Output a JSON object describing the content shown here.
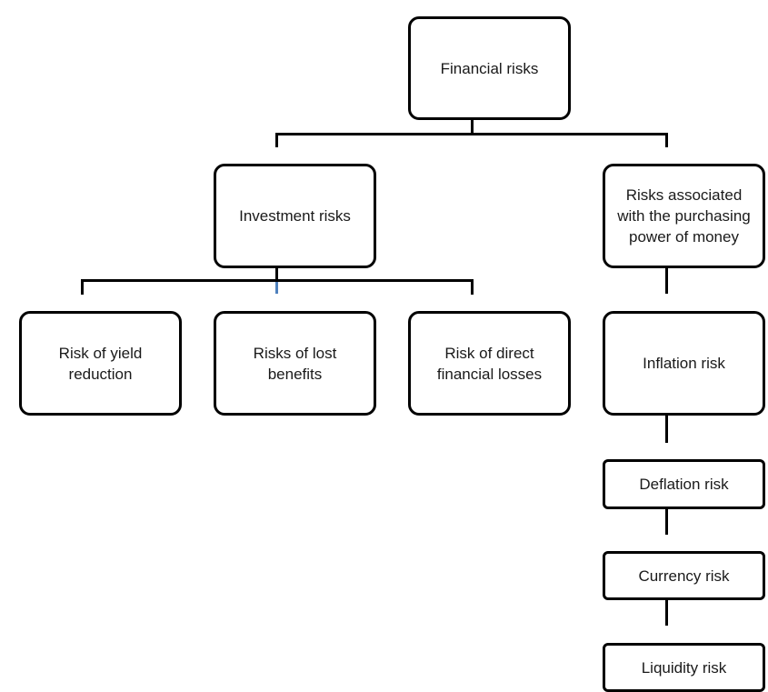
{
  "colors": {
    "box_border": "#000000",
    "line": "#000000",
    "accent_line": "#4f81bd",
    "text": "#1a1a1a",
    "background": "#ffffff"
  },
  "nodes": {
    "financial_risks": "Financial risks",
    "investment_risks": "Investment risks",
    "purchasing_power_risks": "Risks associated with the purchasing power of money",
    "yield_reduction": "Risk of yield reduction",
    "lost_benefits": "Risks of lost benefits",
    "direct_losses": "Risk of direct financial losses",
    "inflation": "Inflation risk",
    "deflation": "Deflation risk",
    "currency": "Currency risk",
    "liquidity": "Liquidity risk"
  }
}
